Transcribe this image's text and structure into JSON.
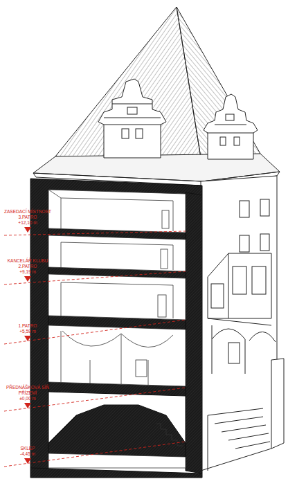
{
  "diagram": {
    "labels": [
      "ZASEDACÍ MÍSTNOST",
      "3.PATRO",
      "+12,10 m",
      "KANCELÁŘ KLUBU",
      "2.PATRO",
      "+9,19 m",
      "1.PATRO",
      "+5,59 m",
      "PŘEDNÁŠKOVÁ SÍŇ",
      "PŘÍZEMÍ",
      "±0,00 m",
      "SKLEP",
      "-4,45 m"
    ]
  }
}
